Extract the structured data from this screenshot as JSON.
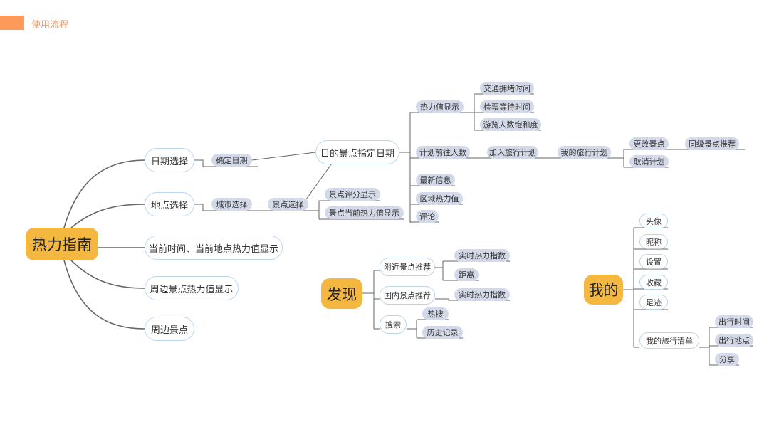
{
  "header": {
    "title": "使用流程",
    "accent": "#fd9a5b"
  },
  "colors": {
    "root": "#f4b73f",
    "outline_border": "#bcd5ee",
    "pill": "#d3d9e8",
    "line": "#666666"
  },
  "map1": {
    "root": "热力指南",
    "date_select": "日期选择",
    "confirm_date": "确定日期",
    "location_select": "地点选择",
    "city_select": "城市选择",
    "spot_select": "景点选择",
    "spot_rating": "景点评分显示",
    "spot_heat": "景点当前热力值显示",
    "current_heat": "当前时间、当前地点热力值显示",
    "nearby_heat": "周边景点热力值显示",
    "nearby_spots": "周边景点",
    "dest_date": "目的景点指定日期",
    "heat_display": "热力值显示",
    "traffic": "交通拥堵时间",
    "ticket_wait": "检票等待时间",
    "saturation": "游览人数饱和度",
    "planned_visitors": "计划前往人数",
    "add_plan": "加入旅行计划",
    "my_plan": "我的旅行计划",
    "change_spot": "更改景点",
    "similar_spots": "同级景点推荐",
    "cancel_plan": "取消计划",
    "latest_info": "最新信息",
    "area_heat": "区域热力值",
    "comments": "评论"
  },
  "map2": {
    "root": "发现",
    "nearby_rec": "附近景点推荐",
    "realtime1": "实时热力指数",
    "distance": "距离",
    "domestic_rec": "国内景点推荐",
    "realtime2": "实时热力指数",
    "search": "搜索",
    "hot_search": "热搜",
    "history": "历史记录"
  },
  "map3": {
    "root": "我的",
    "avatar": "头像",
    "nickname": "昵称",
    "settings": "设置",
    "favorites": "收藏",
    "footprints": "足迹",
    "trip_list": "我的旅行清单",
    "trip_time": "出行时间",
    "trip_place": "出行地点",
    "share": "分享"
  }
}
